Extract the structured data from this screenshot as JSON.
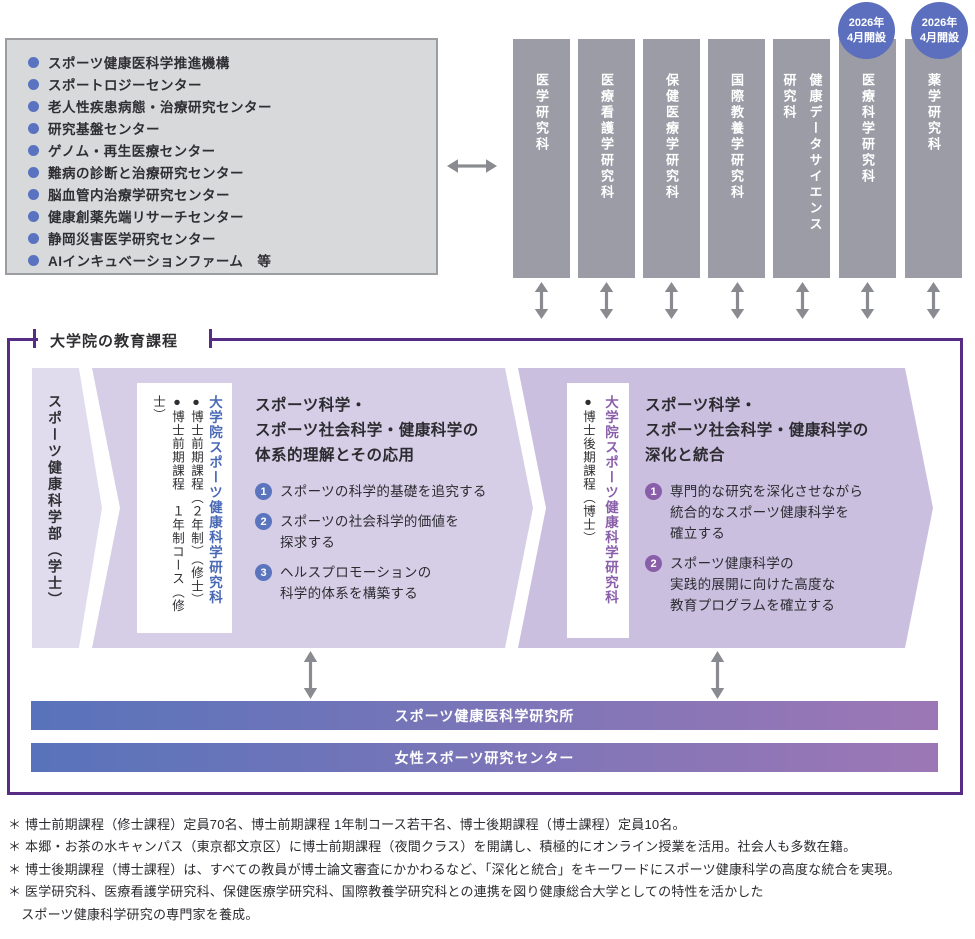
{
  "colors": {
    "gray_box_bg": "#d8d9db",
    "gray_box_border": "#9b9da1",
    "column_bg": "#9b9ca5",
    "badge_circle": "#5b6fbe",
    "bullet_blue": "#5a73c0",
    "frame_border": "#562c85",
    "undergrad_shape": "#e0dcee",
    "masters_shape": "#d6cee6",
    "doctoral_shape": "#cbbfe0",
    "masters_accent": "#4a69b5",
    "doctoral_accent": "#8a5fa9",
    "bar_gradient_left": "#5873bb",
    "bar_gradient_right": "#9d77b5",
    "arrow_gray": "#8a8b90"
  },
  "icons": {
    "bullet": "●",
    "double_arrow_horizontal": "↔",
    "double_arrow_vertical": "↕"
  },
  "research_centers": {
    "items": [
      "スポーツ健康医科学推進機構",
      "スポートロジーセンター",
      "老人性疾患病態・治療研究センター",
      "研究基盤センター",
      "ゲノム・再生医療センター",
      "難病の診断と治療研究センター",
      "脳血管内治療学研究センター",
      "健康創薬先端リサーチセンター",
      "静岡災害医学研究センター",
      "AIインキュベーションファーム　等"
    ]
  },
  "graduate_schools": {
    "columns": [
      {
        "label": "医学研究科"
      },
      {
        "label": "医療看護学研究科"
      },
      {
        "label": "保健医療学研究科"
      },
      {
        "label": "国際教養学研究科"
      },
      {
        "label": "健康データサイエンス研究科"
      },
      {
        "label": "医療科学研究科",
        "badge": "2026年\n4月開設"
      },
      {
        "label": "薬学研究科",
        "badge": "2026年\n4月開設"
      }
    ]
  },
  "frame": {
    "title": "大学院の教育課程"
  },
  "undergrad": {
    "label": "スポーツ健康科学部（学士）"
  },
  "masters": {
    "school": "大学院スポーツ健康科学研究科",
    "programs": [
      "●博士前期課程（２年制）（修士）",
      "●博士前期課程　１年制コース（修士）"
    ],
    "heading": "スポーツ科学・\nスポーツ社会科学・健康科学の\n体系的理解とその応用",
    "goals": [
      {
        "num": "1",
        "text": "スポーツの科学的基礎を追究する"
      },
      {
        "num": "2",
        "text": "スポーツの社会科学的価値を\n探求する"
      },
      {
        "num": "3",
        "text": "ヘルスプロモーションの\n科学的体系を構築する"
      }
    ]
  },
  "doctoral": {
    "school": "大学院スポーツ健康科学研究科",
    "programs": [
      "●博士後期課程（博士）"
    ],
    "heading": "スポーツ科学・\nスポーツ社会科学・健康科学の\n深化と統合",
    "goals": [
      {
        "num": "1",
        "text": "専門的な研究を深化させながら\n統合的なスポーツ健康科学を\n確立する"
      },
      {
        "num": "2",
        "text": "スポーツ健康科学の\n実践的展開に向けた高度な\n教育プログラムを確立する"
      }
    ]
  },
  "bars": [
    {
      "label": "スポーツ健康医科学研究所"
    },
    {
      "label": "女性スポーツ研究センター"
    }
  ],
  "footnotes": [
    "＊ 博士前期課程（修士課程）定員70名、博士前期課程 1年制コース若干名、博士後期課程（博士課程）定員10名。",
    "＊ 本郷・お茶の水キャンパス（東京都文京区）に博士前期課程（夜間クラス）を開講し、積極的にオンライン授業を活用。社会人も多数在籍。",
    "＊ 博士後期課程（博士課程）は、すべての教員が博士論文審査にかかわるなど、「深化と統合」をキーワードにスポーツ健康科学の高度な統合を実現。",
    "＊ 医学研究科、医療看護学研究科、保健医療学研究科、国際教養学研究科との連携を図り健康総合大学としての特性を活かした",
    "　スポーツ健康科学研究の専門家を養成。"
  ]
}
